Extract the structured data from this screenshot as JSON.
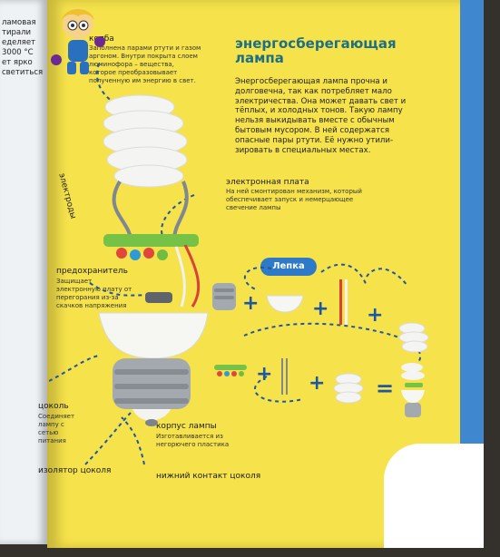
{
  "left_page_text": [
    "ламовая",
    "тирали",
    "еделяет",
    "3000 °С",
    "ет ярко",
    "светиться"
  ],
  "title": "энергосберегающая лампа",
  "description": "Энергосберегающая лампа прочна и долговечна, так как потребляет мало электричества. Она может давать свет и тёплых, и холодных тонов. Такую лампу нельзя выкидывать вместе с обычным бытовым мусором. В ней содержатся опасные пары ртути. Её нужно утили- зировать в специальных местах.",
  "labels": {
    "kolba": {
      "title": "колба",
      "text": "Заполнена парами ртути и газом аргоном. Внутри покрыта слоем люминофора – вещества, которое преобразовывает полученную им энергию в свет."
    },
    "elektrody": {
      "title": "электроды"
    },
    "plata": {
      "title": "электронная плата",
      "text": "На ней смонтирован механизм, который обеспечивает запуск и немерцающее свечение лампы"
    },
    "predohranitel": {
      "title": "предохранитель",
      "text": "Защищает электронную плату от перегорания из-за скачков напряжения"
    },
    "cokol": {
      "title": "цоколь",
      "text": "Соединяет лампу с сетью питания"
    },
    "korpus": {
      "title": "корпус лампы",
      "text": "Изготавливается из негорючего пластика"
    },
    "izolyator": {
      "title": "изолятор цоколя"
    },
    "kontakt": {
      "title": "нижний контакт цоколя"
    }
  },
  "lepka": "Лепка",
  "ops": {
    "plus": "+",
    "eq": "="
  },
  "colors": {
    "page": "#f6e24a",
    "accent": "#1c6f84",
    "blue": "#2f7ac8",
    "plasticine_white": "#f4f4f2",
    "grey": "#9a9fa6"
  }
}
